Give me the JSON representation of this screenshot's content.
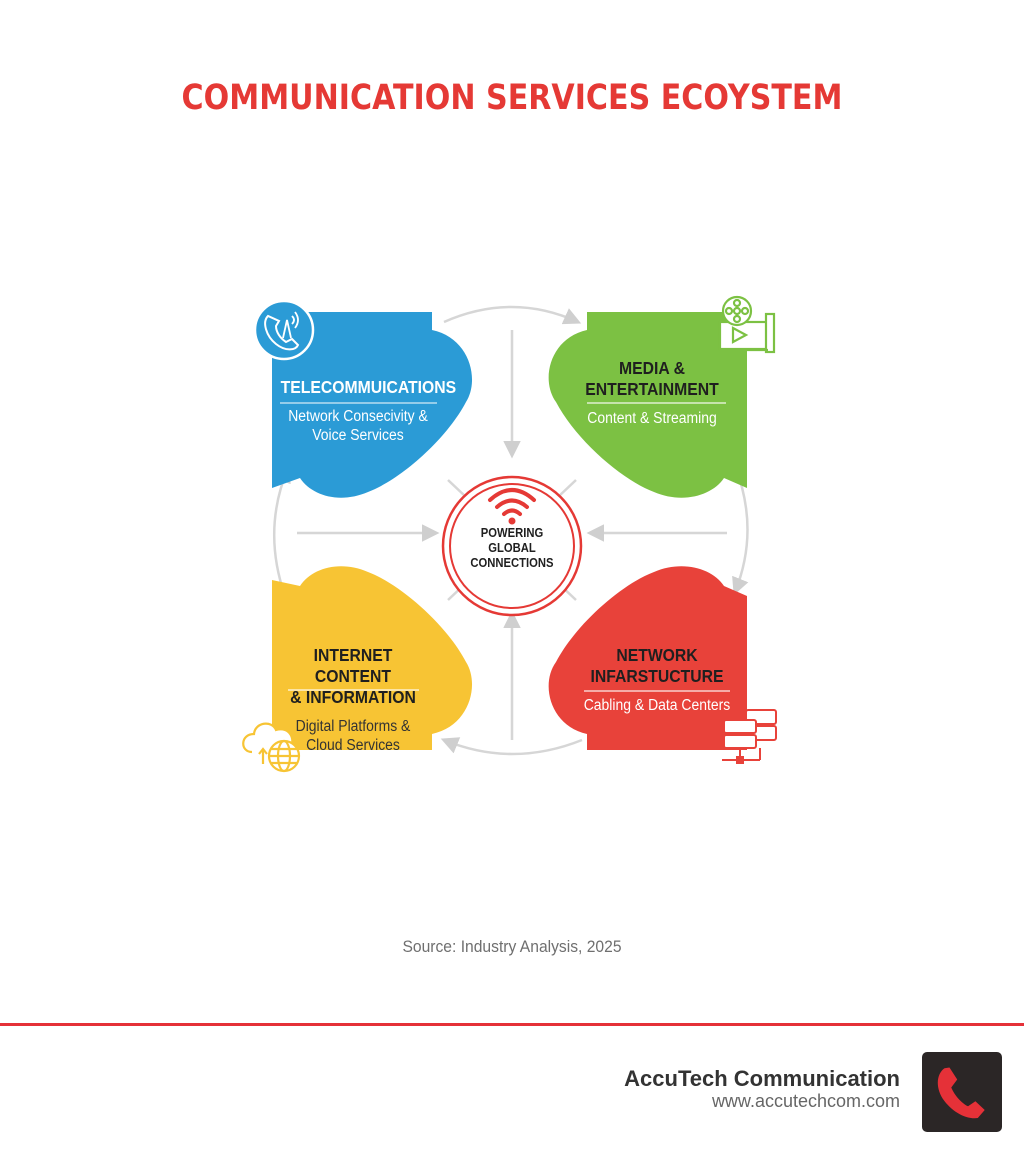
{
  "title": "COMMUNICATION SERVICES ECOYSTEM",
  "center": {
    "icon": "wifi-icon",
    "lines": [
      "POWERING",
      "GLOBAL",
      "CONNECTIONS"
    ],
    "color": "#e53935"
  },
  "quadrants": [
    {
      "position": "top-left",
      "title_lines": [
        "TELECOMMUICATIONS"
      ],
      "subtitle_lines": [
        "Network Consecivity &",
        "Voice Services"
      ],
      "icon": "phone-tower-icon",
      "color": "#2b9bd6",
      "text_color": "#ffffff"
    },
    {
      "position": "top-right",
      "title_lines": [
        "MEDIA &",
        "ENTERTAINMENT"
      ],
      "subtitle_lines": [
        "Content & Streaming"
      ],
      "icon": "film-reel-icon",
      "color": "#7cc143",
      "text_color": "#1f1f1f",
      "subtitle_color": "#ffffff"
    },
    {
      "position": "bottom-left",
      "title_lines": [
        "INTERNET CONTENT",
        "& INFORMATION"
      ],
      "subtitle_lines": [
        "Digital Platforms &",
        "Cloud Services"
      ],
      "icon": "cloud-globe-icon",
      "color": "#f7c434",
      "text_color": "#1f1f1f",
      "subtitle_color": "#333333"
    },
    {
      "position": "bottom-right",
      "title_lines": [
        "NETWORK",
        "INFARSTUCTURE"
      ],
      "subtitle_lines": [
        "Cabling & Data Centers"
      ],
      "icon": "server-rack-icon",
      "color": "#e8423a",
      "text_color": "#1f1f1f",
      "subtitle_color": "#ffffff"
    }
  ],
  "source": "Source: Industry Analysis, 2025",
  "footer": {
    "company": "AccuTech Communication",
    "url": "www.accutechcom.com",
    "logo_icon": "phone-handset-icon",
    "accent": "#e53138"
  }
}
